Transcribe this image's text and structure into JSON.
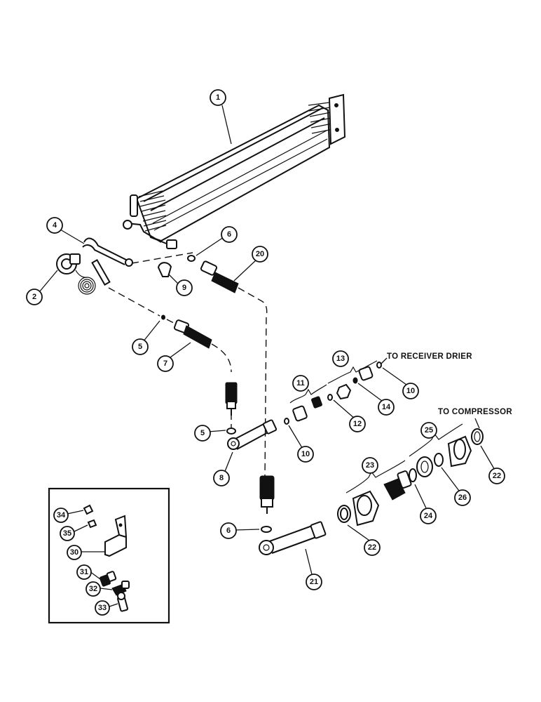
{
  "notes": {
    "receiver_drier": "TO RECEIVER DRIER",
    "compressor": "TO COMPRESSOR"
  },
  "callouts": {
    "c1": "1",
    "c2": "2",
    "c4": "4",
    "c5a": "5",
    "c5b": "5",
    "c6a": "6",
    "c6b": "6",
    "c7": "7",
    "c8": "8",
    "c9": "9",
    "c10a": "10",
    "c10b": "10",
    "c11": "11",
    "c12": "12",
    "c13": "13",
    "c14": "14",
    "c20": "20",
    "c21": "21",
    "c22a": "22",
    "c22b": "22",
    "c23": "23",
    "c24": "24",
    "c25": "25",
    "c26": "26",
    "c30": "30",
    "c31": "31",
    "c32": "32",
    "c33": "33",
    "c34": "34",
    "c35": "35"
  }
}
